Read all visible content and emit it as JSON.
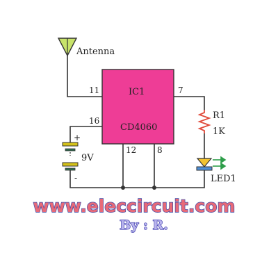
{
  "antenna": {
    "label": "Antenna"
  },
  "ic": {
    "name": "IC1",
    "part": "CD4060",
    "pins": {
      "antenna": "11",
      "output": "7",
      "vdd": "16",
      "gnd1": "12",
      "gnd2": "8"
    }
  },
  "resistor": {
    "name": "R1",
    "value": "1K"
  },
  "led": {
    "name": "LED1"
  },
  "battery": {
    "voltage": "9V",
    "plus": "+",
    "minus": "-"
  },
  "footer": {
    "website": "www.eleccircuit.com",
    "byline": "By : R."
  },
  "colors": {
    "wire": "#333333",
    "ic_body": "#ee3d96",
    "antenna": "#c8e36a",
    "battery_plate": "#d4c21a",
    "led_body": "#f2c230",
    "led_base": "#4f8fd6",
    "led_arrows": "#2e9e4a",
    "resistor": "#e04a3a"
  }
}
